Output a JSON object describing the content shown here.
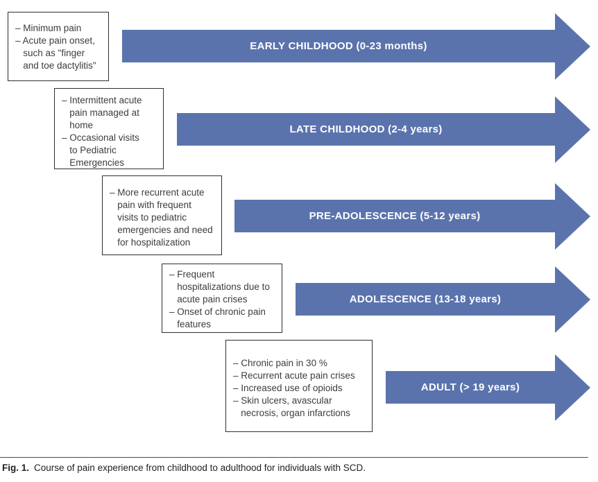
{
  "colors": {
    "arrow_fill": "#5b73ad",
    "arrow_label": "#ffffff",
    "box_border": "#2e2e2e",
    "note_text": "#3c3c3c",
    "caption": "#1e1e1e",
    "rule": "#4a4a4a"
  },
  "stages": [
    {
      "id": "early-childhood",
      "label": "EARLY CHILDHOOD (0-23 months)",
      "notes": [
        "– Minimum pain",
        "– Acute pain onset,",
        "   such as \"finger",
        "   and toe dactylitis\""
      ]
    },
    {
      "id": "late-childhood",
      "label": "LATE CHILDHOOD (2-4 years)",
      "notes": [
        "– Intermittent acute",
        "   pain managed at",
        "   home",
        "– Occasional visits",
        "   to Pediatric",
        "   Emergencies"
      ]
    },
    {
      "id": "pre-adolescence",
      "label": "PRE-ADOLESCENCE (5-12 years)",
      "notes": [
        "– More recurrent acute",
        "   pain with frequent",
        "   visits to pediatric",
        "   emergencies and need",
        "   for hospitalization"
      ]
    },
    {
      "id": "adolescence",
      "label": "ADOLESCENCE (13-18 years)",
      "notes": [
        "– Frequent",
        "   hospitalizations due to",
        "   acute pain crises",
        "– Onset of chronic pain",
        "   features"
      ]
    },
    {
      "id": "adult",
      "label": "ADULT (> 19 years)",
      "notes": [
        "– Chronic pain in 30 %",
        "– Recurrent acute pain crises",
        "– Increased use of opioids",
        "– Skin ulcers, avascular",
        "   necrosis, organ infarctions"
      ]
    }
  ],
  "caption": {
    "prefix": "Fig. 1.",
    "text": "Course of pain experience from childhood to adulthood for individuals with SCD."
  }
}
